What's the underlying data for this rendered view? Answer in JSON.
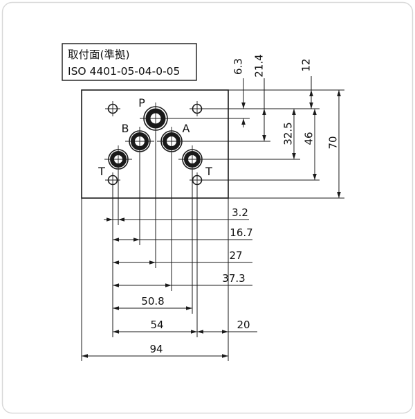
{
  "title_box": {
    "line1": "取付面(準拠)",
    "line2": "ISO 4401-05-04-0-05"
  },
  "ports": {
    "p": "P",
    "a": "A",
    "b": "B",
    "t_left": "T",
    "t_right": "T"
  },
  "dimensions": {
    "vertical": {
      "d6_3": "6.3",
      "d21_4": "21.4",
      "d12": "12",
      "d32_5": "32.5",
      "d46": "46",
      "d70": "70"
    },
    "horizontal": {
      "d3_2": "3.2",
      "d16_7": "16.7",
      "d27": "27",
      "d37_3": "37.3",
      "d50_8": "50.8",
      "d54": "54",
      "d20": "20",
      "d94": "94"
    }
  },
  "colors": {
    "line": "#1a1a1a",
    "background": "#ffffff"
  }
}
